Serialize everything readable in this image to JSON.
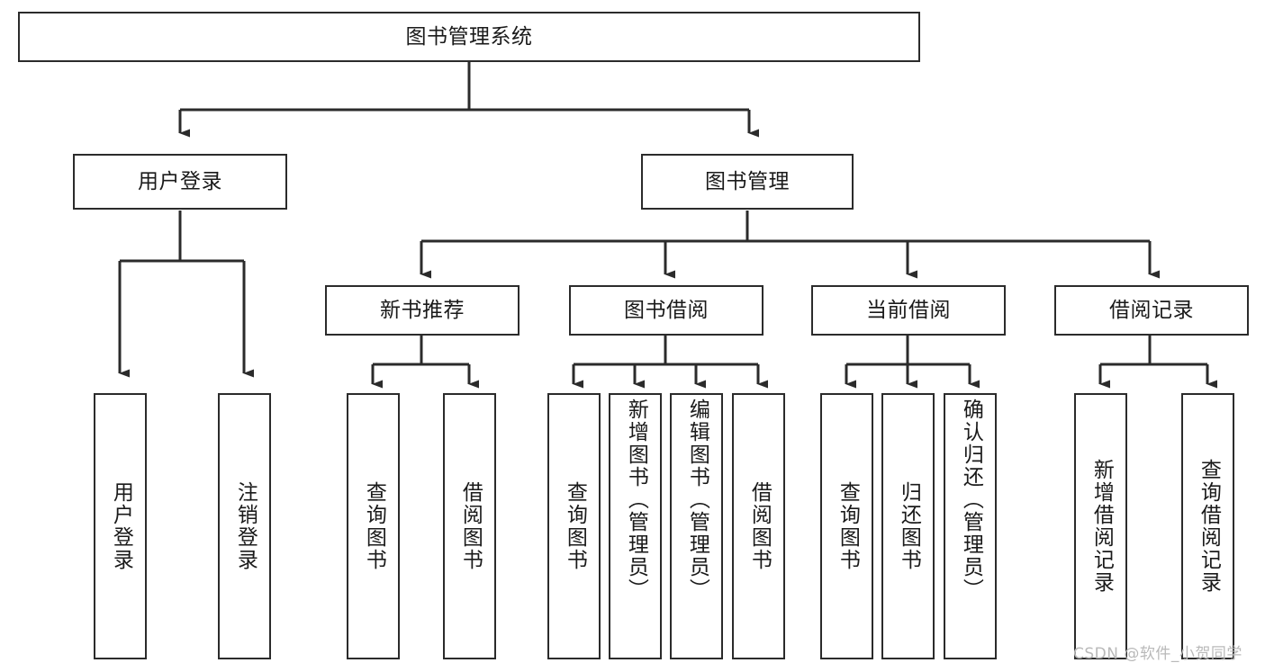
{
  "diagram": {
    "title": "图书管理系统",
    "type": "hierarchy-tree",
    "colors": {
      "box_border": "#2b2b2b",
      "box_fill": "#ffffff",
      "text": "#1a1a1a",
      "connector": "#2b2b2b",
      "watermark": "#b9b9b9",
      "background": "#ffffff"
    },
    "watermark": "CSDN @软件_小贺同学",
    "levels": {
      "level1": {
        "label": "root"
      },
      "level2": {
        "label": "modules"
      },
      "level3": {
        "label": "submodules"
      },
      "level4": {
        "label": "functions"
      }
    }
  },
  "nodes": {
    "root": {
      "label": "图书管理系统"
    },
    "user_login": {
      "label": "用户登录"
    },
    "book_manage": {
      "label": "图书管理"
    },
    "new_book_rec": {
      "label": "新书推荐"
    },
    "book_borrow": {
      "label": "图书借阅"
    },
    "current_borrow": {
      "label": "当前借阅"
    },
    "borrow_record": {
      "label": "借阅记录"
    },
    "leaf_user_login": {
      "label": "用户登录"
    },
    "leaf_logout": {
      "label": "注销登录"
    },
    "leaf_query_book_1": {
      "label": "查询图书"
    },
    "leaf_borrow_book_1": {
      "label": "借阅图书"
    },
    "leaf_query_book_2": {
      "label": "查询图书"
    },
    "leaf_add_book": {
      "label": "新增图书（管理员）"
    },
    "leaf_edit_book": {
      "label": "编辑图书（管理员）"
    },
    "leaf_borrow_book_2": {
      "label": "借阅图书"
    },
    "leaf_query_book_3": {
      "label": "查询图书"
    },
    "leaf_return_book": {
      "label": "归还图书"
    },
    "leaf_confirm_return": {
      "label": "确认归还（管理员）"
    },
    "leaf_add_record": {
      "label": "新增借阅记录"
    },
    "leaf_query_record": {
      "label": "查询借阅记录"
    }
  },
  "edges": [
    {
      "from": "root",
      "to": "user_login"
    },
    {
      "from": "root",
      "to": "book_manage"
    },
    {
      "from": "user_login",
      "to": "leaf_user_login"
    },
    {
      "from": "user_login",
      "to": "leaf_logout"
    },
    {
      "from": "book_manage",
      "to": "new_book_rec"
    },
    {
      "from": "book_manage",
      "to": "book_borrow"
    },
    {
      "from": "book_manage",
      "to": "current_borrow"
    },
    {
      "from": "book_manage",
      "to": "borrow_record"
    },
    {
      "from": "new_book_rec",
      "to": "leaf_query_book_1"
    },
    {
      "from": "new_book_rec",
      "to": "leaf_borrow_book_1"
    },
    {
      "from": "book_borrow",
      "to": "leaf_query_book_2"
    },
    {
      "from": "book_borrow",
      "to": "leaf_add_book"
    },
    {
      "from": "book_borrow",
      "to": "leaf_edit_book"
    },
    {
      "from": "book_borrow",
      "to": "leaf_borrow_book_2"
    },
    {
      "from": "current_borrow",
      "to": "leaf_query_book_3"
    },
    {
      "from": "current_borrow",
      "to": "leaf_return_book"
    },
    {
      "from": "current_borrow",
      "to": "leaf_confirm_return"
    },
    {
      "from": "borrow_record",
      "to": "leaf_add_record"
    },
    {
      "from": "borrow_record",
      "to": "leaf_query_record"
    }
  ]
}
